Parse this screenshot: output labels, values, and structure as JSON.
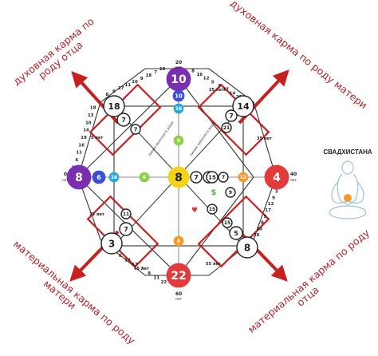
{
  "colors": {
    "violet": "#7a2fb0",
    "blue": "#3b4fd6",
    "cyan": "#2aa7d9",
    "green": "#8fd04a",
    "yellow": "#f5d21a",
    "orange": "#f39a2a",
    "red": "#e23b3b",
    "arrow": "#c62020"
  },
  "captions": {
    "top_left": [
      "духовная карма по",
      "роду отца"
    ],
    "top_right": [
      "духовная карма по роду матери"
    ],
    "bottom_left": [
      "материальная карма по роду",
      "матери"
    ],
    "bottom_right": [
      "материальная карма по роду",
      "отца"
    ]
  },
  "side_title": "СВАДХИСТАНА",
  "age_labels": {
    "top": "20",
    "right": "40",
    "bottom": "60",
    "left": "0",
    "left_unit": "лет",
    "right_unit": "лет",
    "top_unit": "лет",
    "bottom_unit": "лет",
    "tr": "25 лет",
    "r1": "35 лет",
    "br": "55 лет",
    "bl": "65 лет",
    "l1": "75 лет",
    "tl": "5 лет"
  },
  "line_labels": {
    "tl": "линия мужского рода",
    "tr": "линия женского рода"
  },
  "symbols": {
    "dollar": "$",
    "heart": "♥"
  },
  "big_circles": {
    "top": "10",
    "left": "8",
    "right": "4",
    "bottom": "22",
    "center": "8",
    "tl": "18",
    "tr": "14",
    "bl": "3",
    "br": "8"
  },
  "corner_small": {
    "tl_a": "7",
    "tl_b": "7",
    "tr_a": "7",
    "tr_b": "21",
    "bl_a": "11",
    "bl_b": "7",
    "br_a": "5",
    "br_b": "15"
  },
  "axis_small": {
    "top_blue": "10",
    "top_cyan": "16",
    "top_green": "8",
    "left_blue": "6",
    "left_cyan": "16",
    "left_green": "6",
    "right_orange": "12",
    "right_a": "15",
    "right_b": "7",
    "bottom_orange": "8",
    "bottom_a": "9",
    "bottom_b": "15",
    "c_a": "7",
    "c_b": "15"
  },
  "ring_numbers": {
    "top_right": [
      "8",
      "16",
      "12",
      "5",
      "3",
      "17",
      "14",
      "20",
      "7"
    ],
    "right_bottom": [
      "14",
      "3",
      "9",
      "12",
      "17",
      "5",
      "8",
      "20",
      "16"
    ],
    "bottom_left": [
      "22",
      "11",
      "8",
      "7",
      "17",
      "13",
      "6",
      "19",
      "13"
    ],
    "left_top": [
      "15",
      "6",
      "11",
      "16",
      "19",
      "14",
      "10",
      "13",
      "18"
    ],
    "top_left": [
      "8",
      "6",
      "17",
      "11",
      "10",
      "9",
      "18",
      "7",
      "10"
    ]
  }
}
